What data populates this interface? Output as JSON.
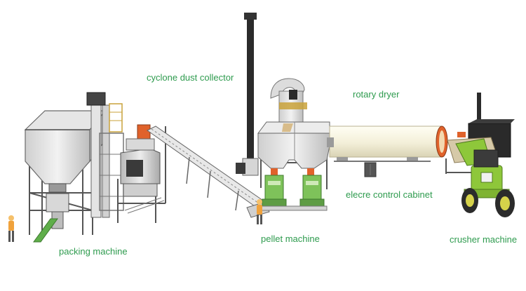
{
  "labels": {
    "cyclone": "cyclone dust collector",
    "dryer": "rotary dryer",
    "cabinet": "elecre control cabinet",
    "packing": "packing machine",
    "pellet": "pellet machine",
    "crusher": "crusher machine"
  },
  "colors": {
    "label": "#2e9b4e",
    "steel": "#5a5a5a",
    "panel": "#dcdcdc",
    "orange": "#e0622b",
    "machine_green": "#7ec25a",
    "tractor_green": "#8ec73a",
    "dryer_body": "#f6f2dc",
    "chimney": "#2b2b2b",
    "worker": "#f0a23c"
  }
}
